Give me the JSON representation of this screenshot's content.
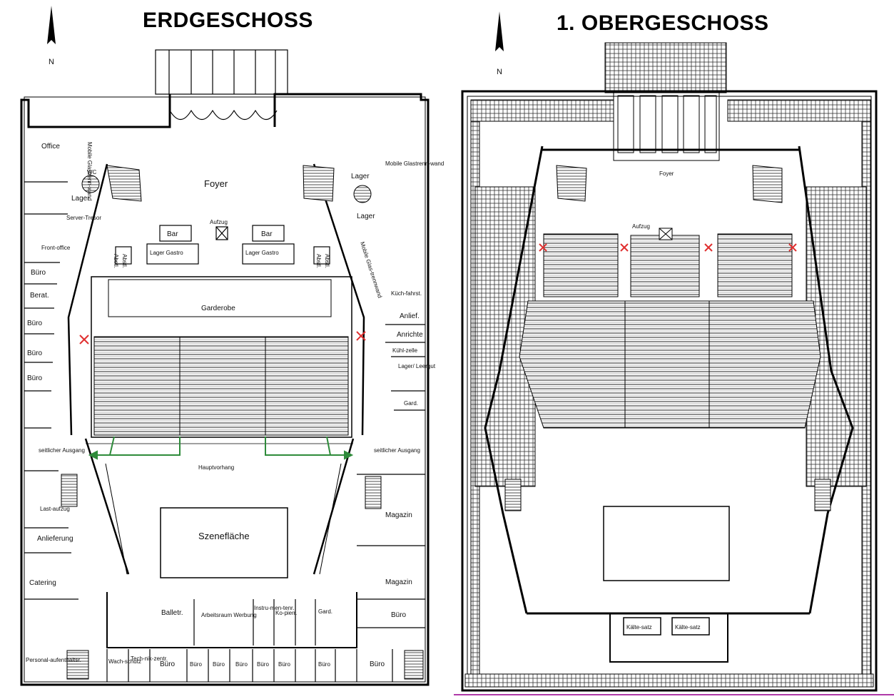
{
  "ground_floor": {
    "title": "ERDGESCHOSS",
    "north": "N",
    "rooms": {
      "office": "Office",
      "mobile_wall_left": "Mobile Glastrenn-wand",
      "wc": "WC",
      "lager_left": "Lager",
      "server": "Server-Tresor",
      "frontoffice": "Front-office",
      "buero_1": "Büro",
      "berat": "Berat.",
      "buero_2": "Büro",
      "buero_3": "Büro",
      "buero_4": "Büro",
      "foyer": "Foyer",
      "aufzug": "Aufzug",
      "bar_left": "Bar",
      "bar_right": "Bar",
      "lager_gastro_left": "Lager Gastro",
      "lager_gastro_right": "Lager Gastro",
      "abstell_1": "Abstl.",
      "abstell_2": "Abstl.",
      "abstell_3": "Abstl.",
      "abstell_4": "Abstl.",
      "garderobe": "Garderobe",
      "lager_right_top": "Lager",
      "lager_right": "Lager",
      "mobile_wall_right": "Mobile Glastrenn-wand",
      "mobile_wall_diag": "Mobile Glas-trennwand",
      "kuechenfahrst": "Küch-fahrst.",
      "anlief": "Anlief.",
      "anrichte": "Anrichte",
      "kuehlzelle": "Kühl-zelle",
      "lager_leergut": "Lager/ Leergut",
      "gard_right": "Gard.",
      "seitl_ausgang_left": "seitlicher Ausgang",
      "seitl_ausgang_right": "seitlicher Ausgang",
      "hauptvorhang": "Hauptvorhang",
      "lastaufzug": "Last-aufzug",
      "anlieferung": "Anlieferung",
      "szeneflaeche": "Szenefläche",
      "magazin_1": "Magazin",
      "magazin_2": "Magazin",
      "catering": "Catering",
      "personal": "Personal-aufenthaltsr.",
      "balletr": "Balletr.",
      "arbeitsraum": "Arbeitsraum Werbung",
      "instrumentenr": "Instru-men-tenr.",
      "kopierr": "Ko-pierr.",
      "gard_bottom": "Gard.",
      "buero_right": "Büro",
      "wachschutz": "Wach-schutz",
      "technikzentr": "Tech-nik-zentr.",
      "bottom_offices": [
        "Büro",
        "Büro",
        "Büro",
        "Büro",
        "Büro",
        "Büro",
        "Büro",
        "Büro"
      ]
    }
  },
  "upper_floor": {
    "title": "1. OBERGESCHOSS",
    "north": "N",
    "rooms": {
      "foyer": "Foyer",
      "aufzug": "Aufzug",
      "kaeltesatz_1": "Kälte-satz",
      "kaeltesatz_2": "Kälte-satz"
    }
  },
  "colors": {
    "exit_marker": "#e03030",
    "exit_arrow": "#2e8b3a",
    "bottom_rule": "#b03aa8",
    "wall": "#000000"
  }
}
